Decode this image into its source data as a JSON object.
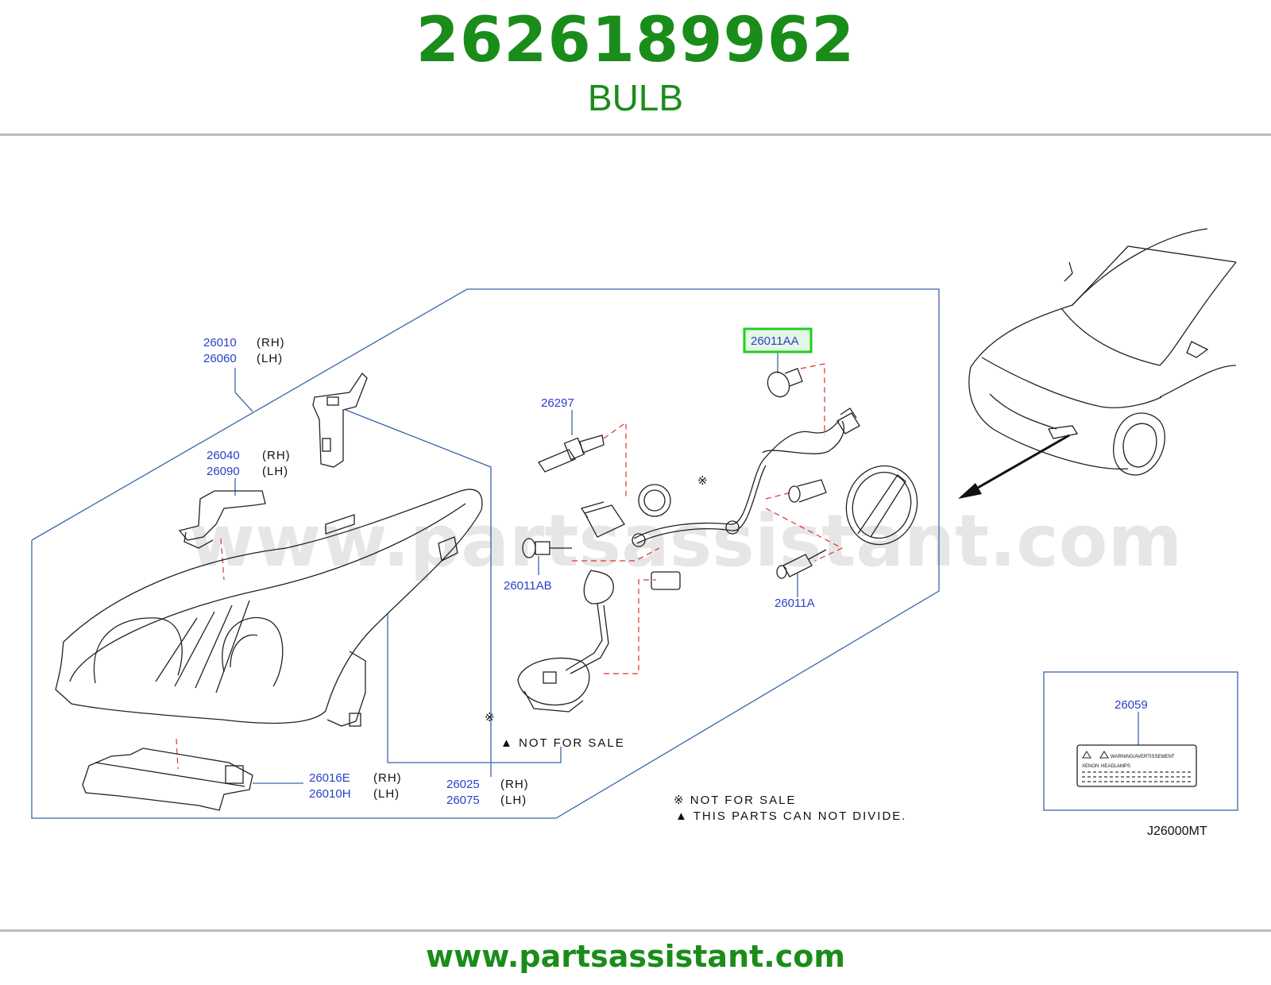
{
  "header": {
    "part_number": "2626189962",
    "part_name": "BULB"
  },
  "footer": {
    "url": "www.partsassistant.com"
  },
  "watermark": "www.partsassistant.com",
  "colors": {
    "brand_green": "#1a8c1a",
    "callout_blue": "#2a3fc9",
    "highlight_green": "#22cc22",
    "leader_red": "#e03030"
  },
  "callouts": {
    "c26010": "26010",
    "c26060": "26060",
    "c26040": "26040",
    "c26090": "26090",
    "c26297": "26297",
    "c26011AA": "26011AA",
    "c26011AB": "26011AB",
    "c26011A": "26011A",
    "c26016E": "26016E",
    "c26010H": "26010H",
    "c26025": "26025",
    "c26075": "26075",
    "c26059": "26059",
    "diagram_code": "J26000MT"
  },
  "sides": {
    "rh": "(RH)",
    "lh": "(LH)"
  },
  "notes": {
    "not_for_sale_tri": "▲ NOT FOR SALE",
    "kome": "※",
    "legend_not_for_sale": "※ NOT FOR SALE",
    "legend_not_divide": "▲ THIS PARTS CAN NOT DIVIDE."
  },
  "label_sticker": {
    "warning": "WARNING/AVERTISSEMENT",
    "xenon": "XENON",
    "headlamps": "HEADLAMPS"
  }
}
